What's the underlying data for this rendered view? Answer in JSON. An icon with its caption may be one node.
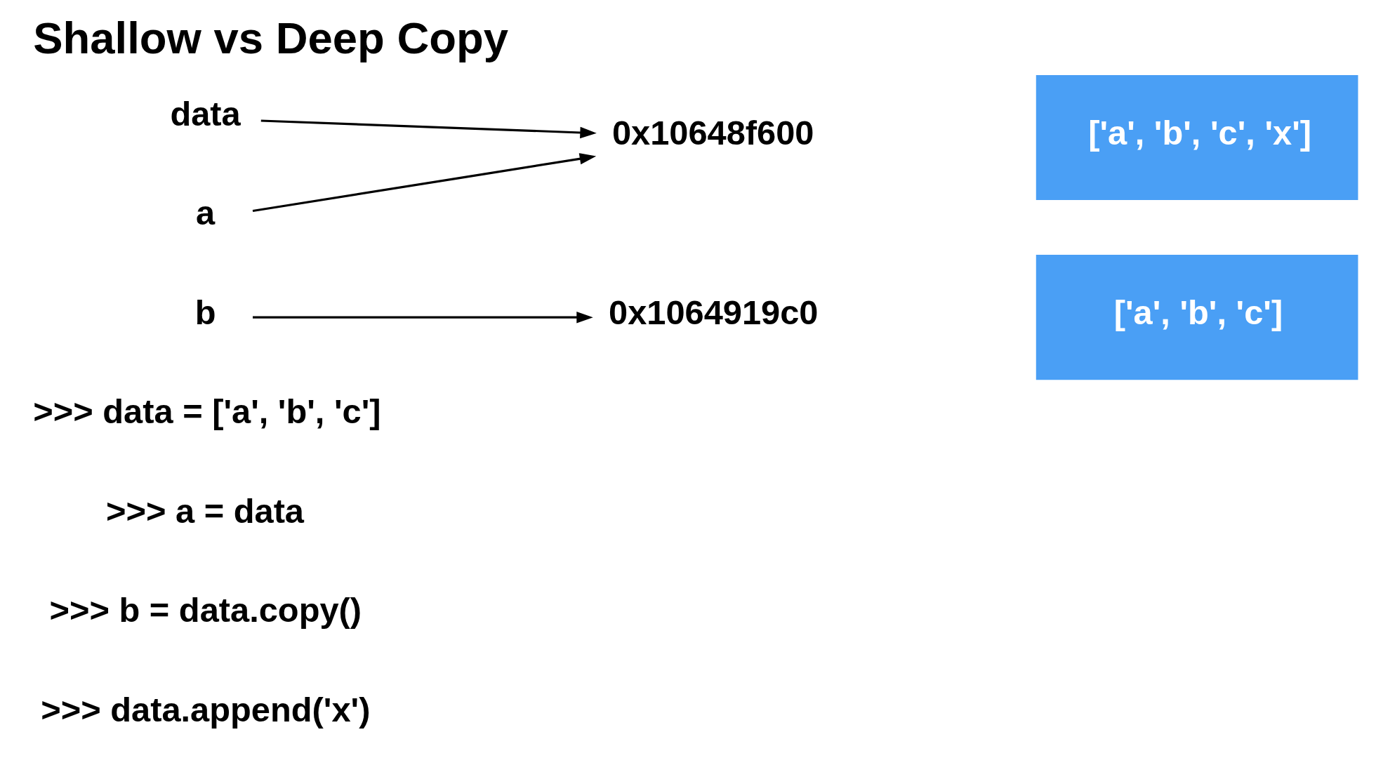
{
  "diagram": {
    "title": "Shallow vs Deep Copy",
    "nodes": [
      {
        "text": [
          "data"
        ]
      },
      {
        "text": [
          "0x10648f600"
        ]
      },
      {
        "text": [
          "['a', 'b', 'c', 'x']"
        ]
      },
      {
        "text": [
          "a"
        ]
      },
      {
        "text": [
          "b"
        ]
      },
      {
        "text": [
          "0x1064919c0"
        ]
      },
      {
        "text": [
          "['a', 'b', 'c']"
        ]
      }
    ],
    "edges": [
      {
        "from": 0,
        "to": 1,
        "arrow": "to"
      },
      {
        "from": 3,
        "to": 1,
        "arrow": "to"
      },
      {
        "from": 4,
        "to": 5,
        "arrow": "to"
      }
    ],
    "labels": [
      ">>> data = ['a', 'b', 'c']",
      ">>> a = data",
      ">>> b = data.copy()",
      ">>> data.append('x')"
    ]
  }
}
